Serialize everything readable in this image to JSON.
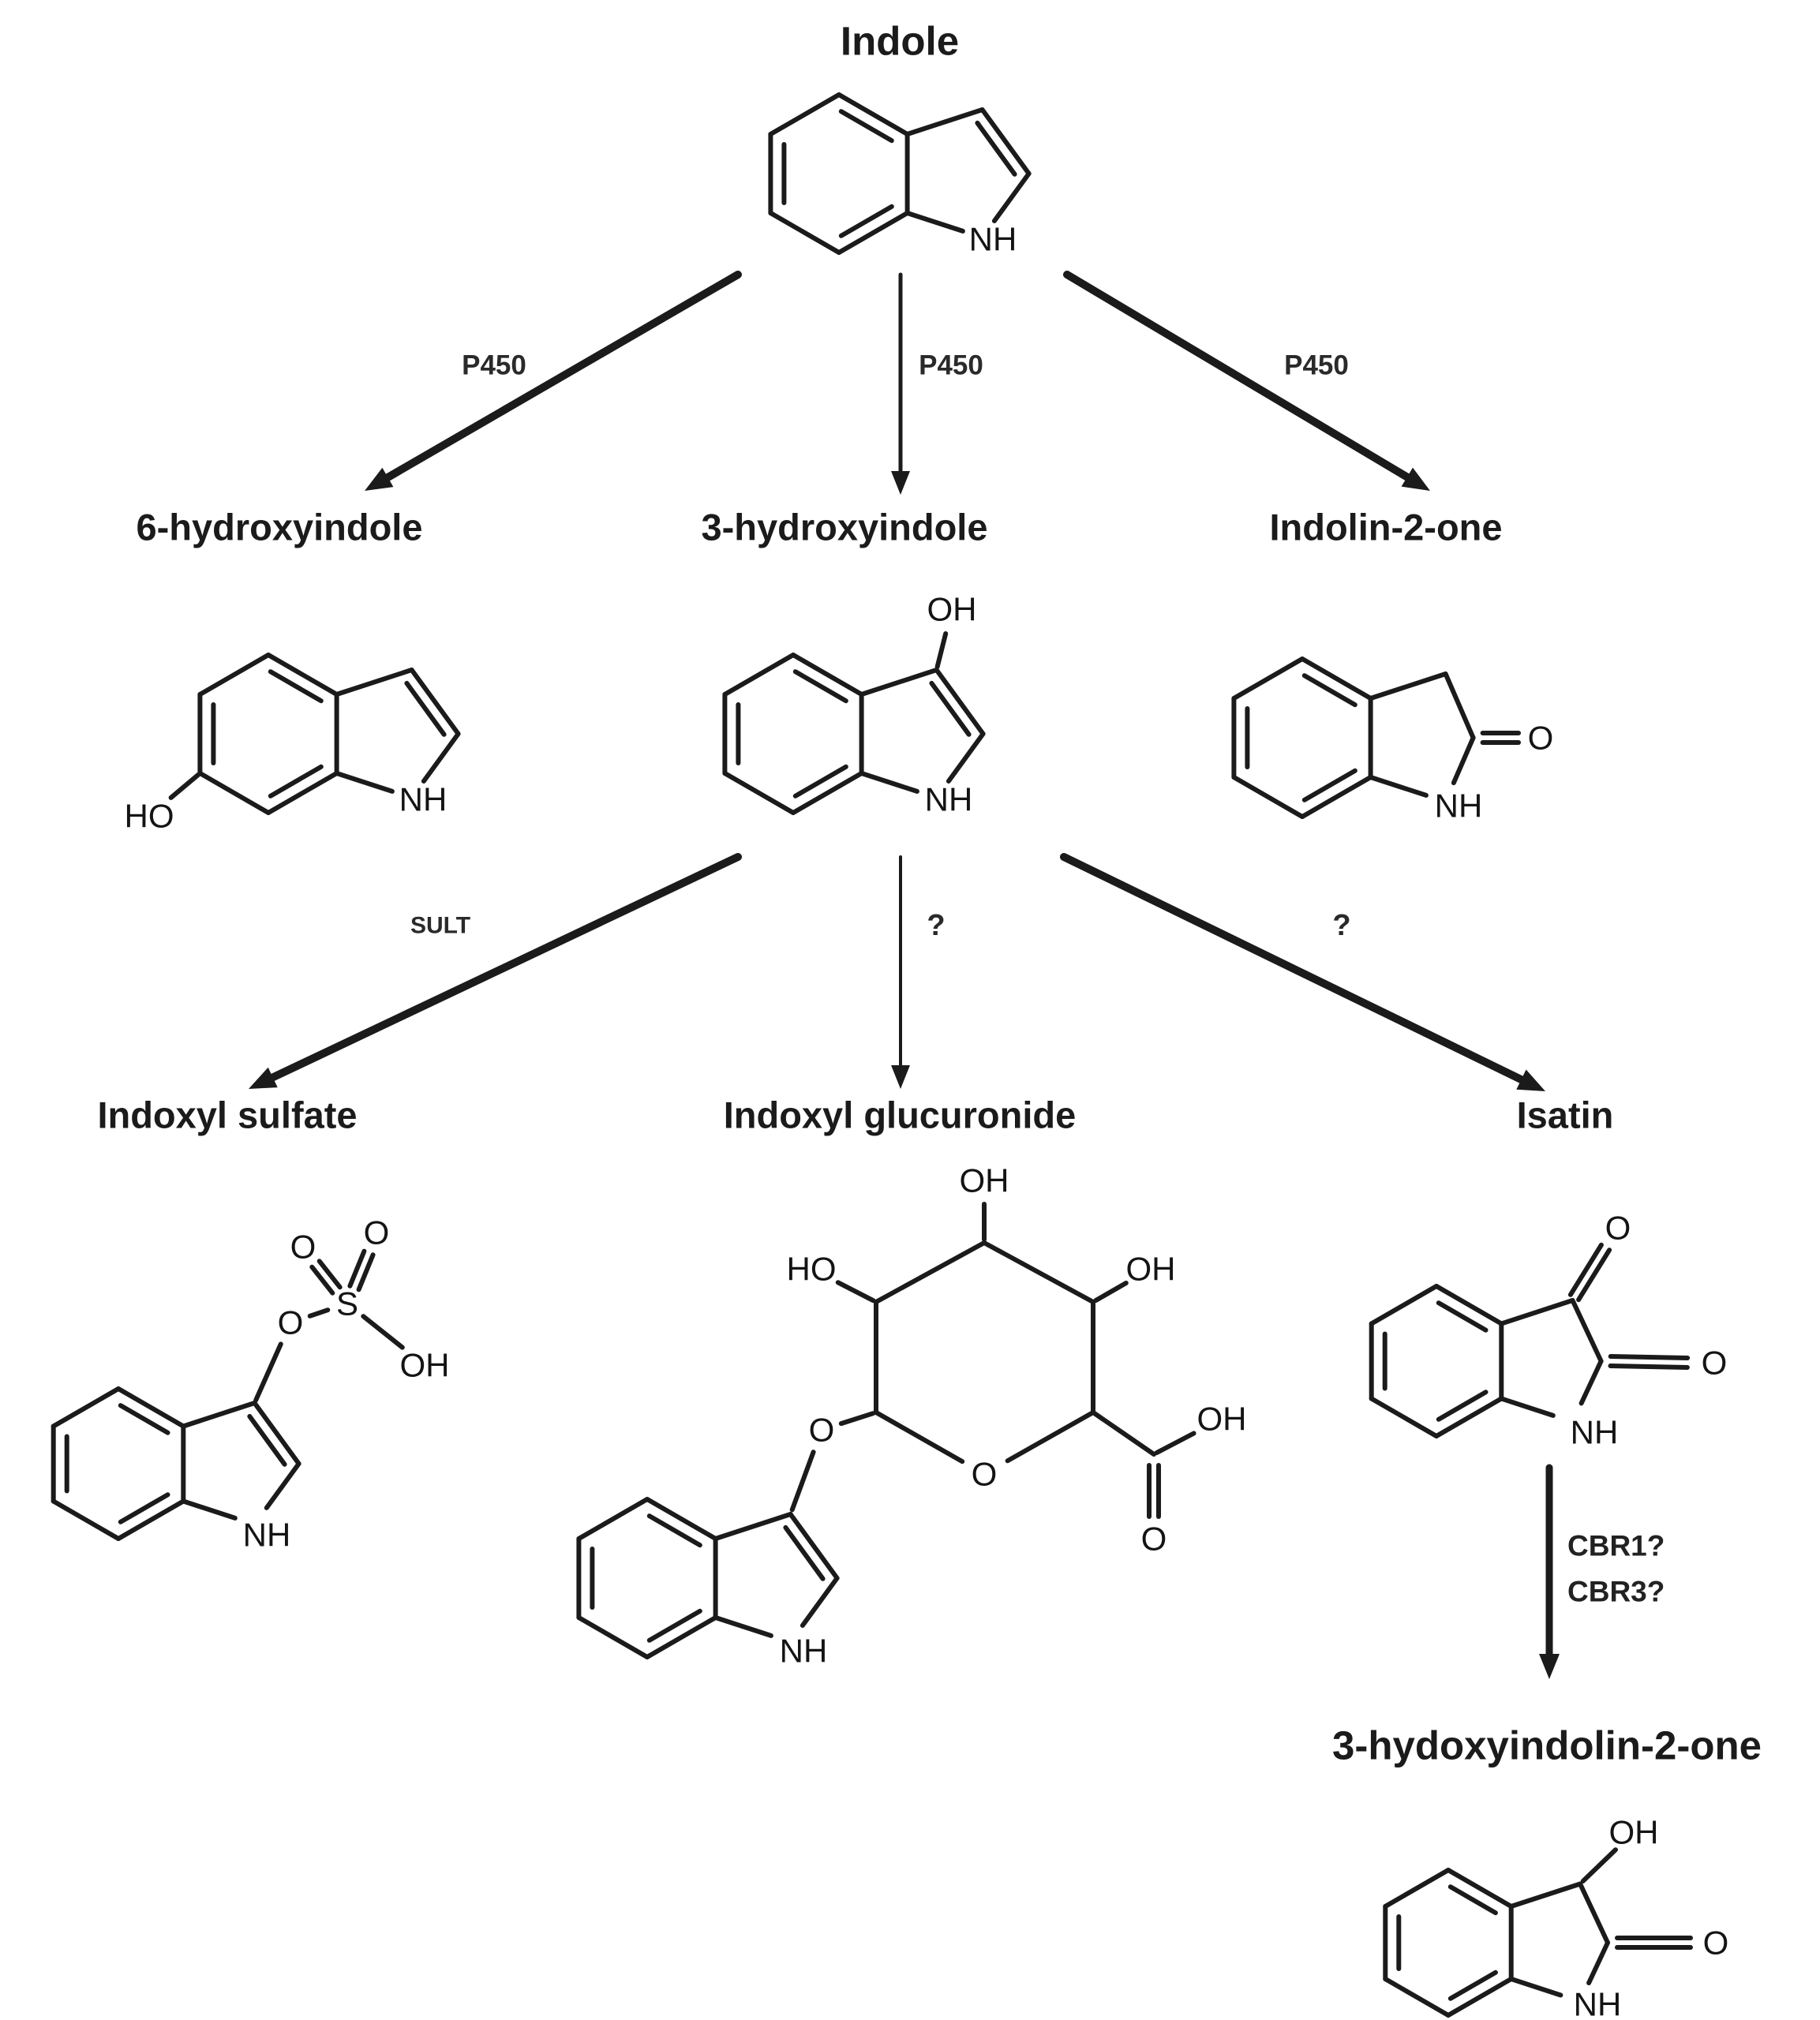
{
  "colors": {
    "ink": "#1b1b1b",
    "background": "#ffffff"
  },
  "compounds": {
    "indole": {
      "name": "Indole",
      "atoms": {
        "nh": "NH"
      }
    },
    "hydroxyindole6": {
      "name": "6-hydroxyindole",
      "atoms": {
        "ho": "HO",
        "nh": "NH"
      }
    },
    "hydroxyindole3": {
      "name": "3-hydroxyindole",
      "atoms": {
        "oh": "OH",
        "nh": "NH"
      }
    },
    "indolin2one": {
      "name": "Indolin-2-one",
      "atoms": {
        "o": "O",
        "nh": "NH"
      }
    },
    "indoxyl_sulfate": {
      "name": "Indoxyl sulfate",
      "atoms": {
        "o_ester": "O",
        "s": "S",
        "o_left": "O",
        "o_right": "O",
        "oh": "OH",
        "nh": "NH"
      }
    },
    "indoxyl_glucuronide": {
      "name": "Indoxyl glucuronide",
      "atoms": {
        "oh_top": "OH",
        "ho_left": "HO",
        "oh_right": "OH",
        "o_glycosidic": "O",
        "o_ring": "O",
        "o_acid": "O",
        "oh_acid": "OH",
        "nh": "NH"
      }
    },
    "isatin": {
      "name": "Isatin",
      "atoms": {
        "o_top": "O",
        "o_right": "O",
        "nh": "NH"
      }
    },
    "hydroxyindolin2one3": {
      "name": "3-hydoxyindolin-2-one",
      "atoms": {
        "oh": "OH",
        "o": "O",
        "nh": "NH"
      }
    }
  },
  "reactions": {
    "indole_to_6hydroxyindole": {
      "enzyme": "P450"
    },
    "indole_to_3hydroxyindole": {
      "enzyme": "P450"
    },
    "indole_to_indolin2one": {
      "enzyme": "P450"
    },
    "hydroxyindole3_to_indoxyl_sulfate": {
      "enzyme": "SULT"
    },
    "hydroxyindole3_to_indoxyl_glucuronide": {
      "enzyme": "?"
    },
    "hydroxyindole3_to_isatin": {
      "enzyme": "?"
    },
    "isatin_to_hydroxyindolin2one3": {
      "enzyme_line1": "CBR1?",
      "enzyme_line2": "CBR3?"
    }
  }
}
